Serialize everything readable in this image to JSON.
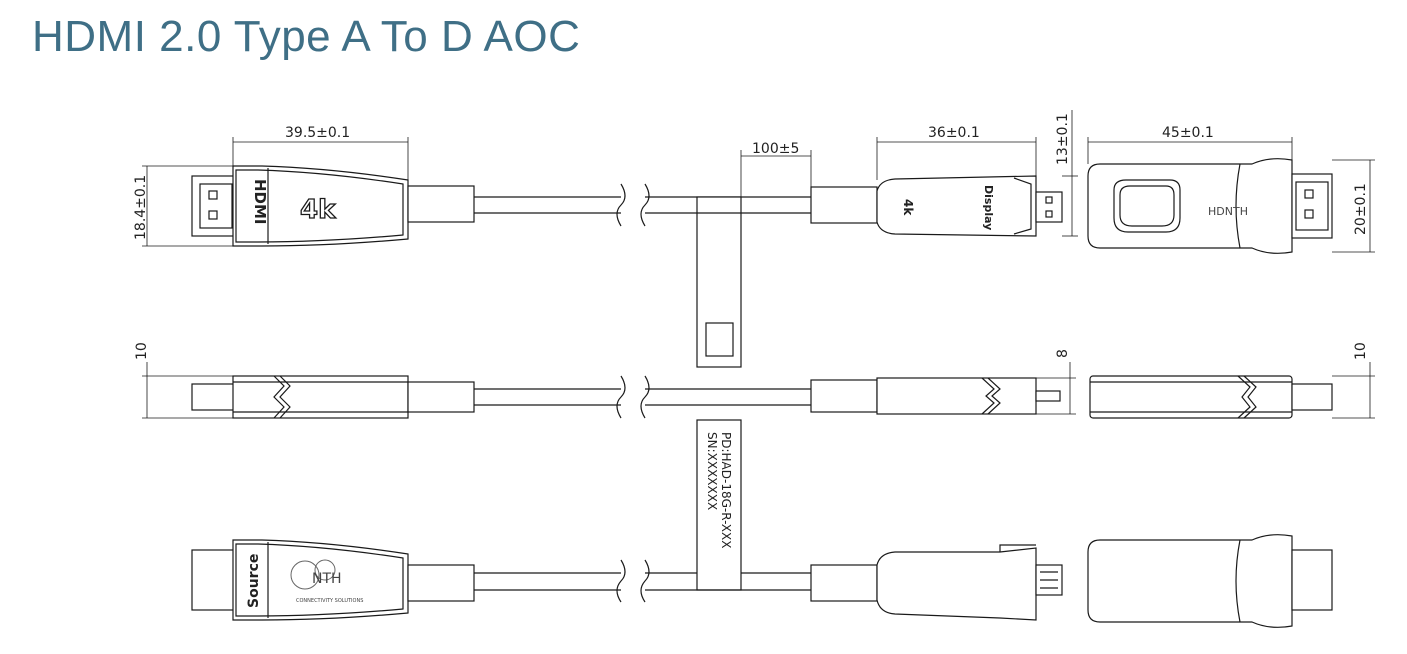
{
  "title": "HDMI 2.0 Type A To D AOC",
  "dimensions": {
    "source_length": "39.5±0.1",
    "source_height": "18.4±0.1",
    "label_offset": "100±5",
    "display_length": "36±0.1",
    "display_height": "13±0.1",
    "adapter_length": "45±0.1",
    "adapter_height": "20±0.1",
    "source_thickness": "10",
    "display_thickness": "8",
    "adapter_thickness": "10"
  },
  "labels": {
    "hdmi_logo": "HDMI",
    "source_4k": "4k",
    "display_4k": "4k",
    "display_text": "Display",
    "source_text": "Source",
    "brand_logo": "NTH",
    "brand_tagline": "CONNECTIVITY SOLUTIONS",
    "adapter_logo": "HDNTH",
    "tag_line1": "PD:HAD-18G-R-XXX",
    "tag_line2": "SN:XXXXXXX"
  }
}
